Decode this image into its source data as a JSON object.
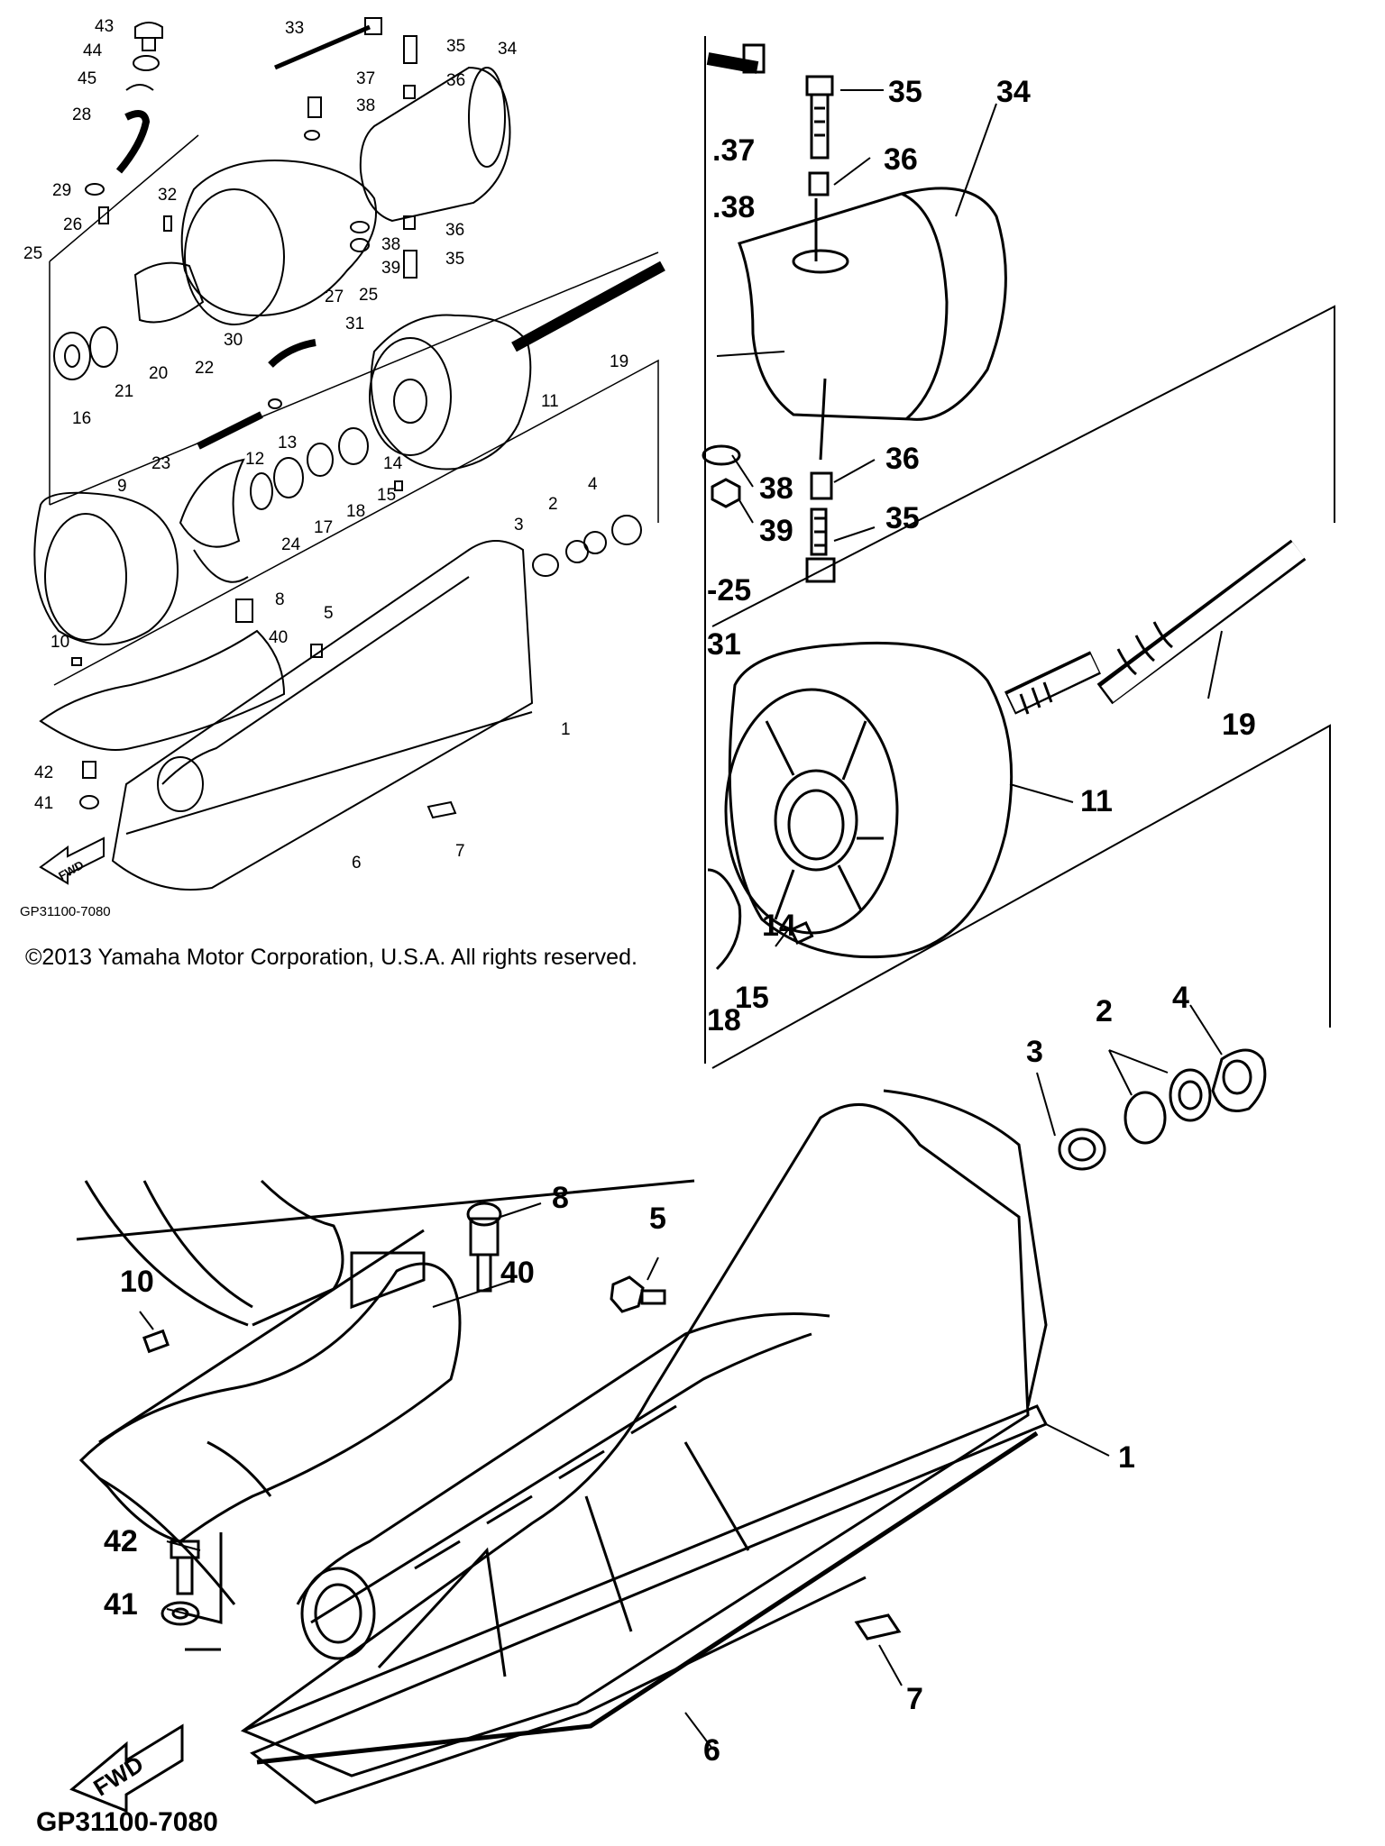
{
  "copyright": "©2013 Yamaha Motor Corporation, U.S.A. All rights reserved.",
  "diagram_code": "GP31100-7080",
  "fwd_label": "FWD",
  "overview": {
    "callouts": {
      "c43": "43",
      "c44": "44",
      "c45": "45",
      "c28": "28",
      "c29": "29",
      "c26": "26",
      "c25a": "25",
      "c32": "32",
      "c33": "33",
      "c37": "37",
      "c38a": "38",
      "c35a": "35",
      "c36a": "36",
      "c34": "34",
      "c36b": "36",
      "c38b": "38",
      "c39": "39",
      "c35b": "35",
      "c27": "27",
      "c25b": "25",
      "c31": "31",
      "c30": "30",
      "c19": "19",
      "c22": "22",
      "c20": "20",
      "c21": "21",
      "c16": "16",
      "c11": "11",
      "c12": "12",
      "c13": "13",
      "c23": "23",
      "c24": "24",
      "c17": "17",
      "c18": "18",
      "c15": "15",
      "c14": "14",
      "c9": "9",
      "c3": "3",
      "c2": "2",
      "c4": "4",
      "c10": "10",
      "c8": "8",
      "c40": "40",
      "c5": "5",
      "c1": "1",
      "c42": "42",
      "c41": "41",
      "c6": "6",
      "c7": "7"
    }
  },
  "detail_top": {
    "callouts": {
      "c35a": "35",
      "c34": "34",
      "c37": ".37",
      "c36a": "36",
      "c38a": ".38",
      "c36b": "36",
      "c38b": "38",
      "c39": "39",
      "c35b": "35",
      "c25": "-25",
      "c31": "31",
      "c19": "19",
      "c11": "11",
      "c14": "14",
      "c15": "15",
      "c18": "18",
      "c4": "4",
      "c2": "2",
      "c3": "3"
    }
  },
  "detail_bottom": {
    "callouts": {
      "c8": "8",
      "c5": "5",
      "c10": "10",
      "c40": "40",
      "c1": "1",
      "c42": "42",
      "c41": "41",
      "c6": "6",
      "c7": "7"
    }
  }
}
